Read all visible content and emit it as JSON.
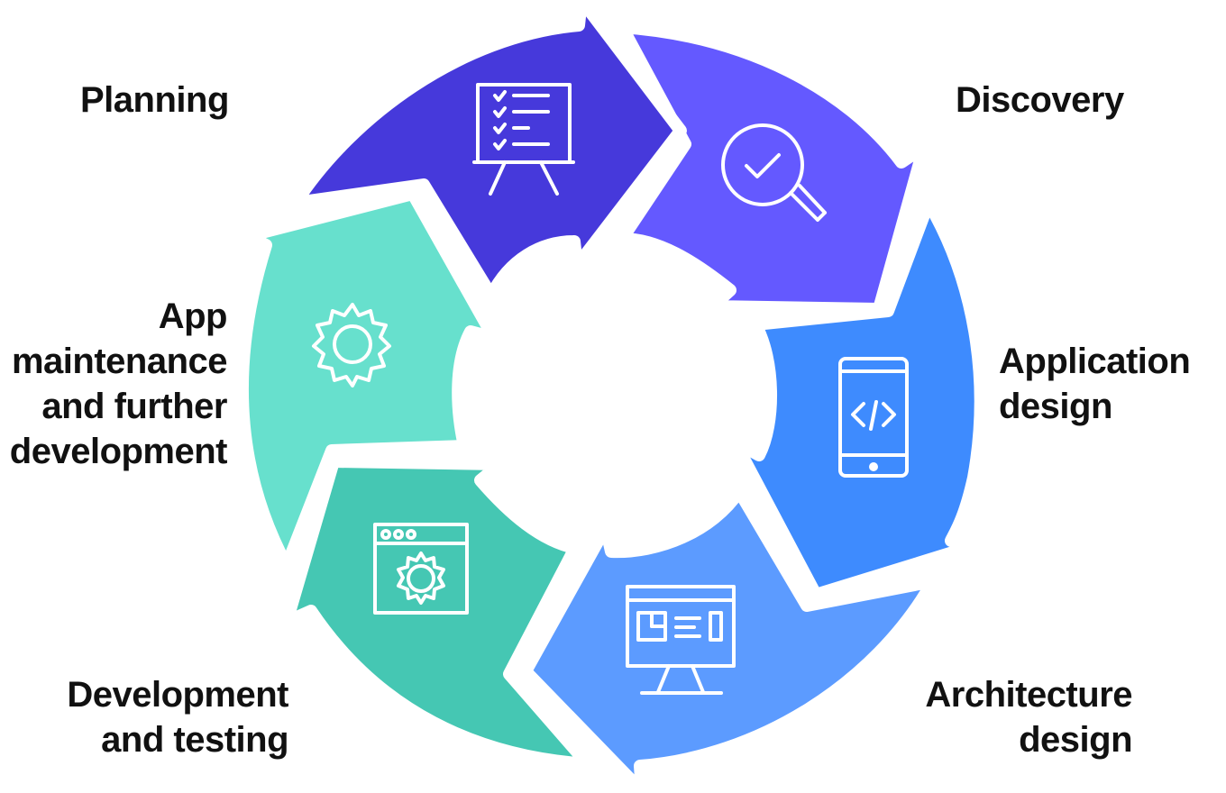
{
  "colors": {
    "discovery": "#6459FF",
    "application_design": "#3E8BFE",
    "architecture_design": "#5C9BFF",
    "development_testing": "#45C7B3",
    "maintenance": "#67E0CD",
    "planning": "#4639DB",
    "icon": "#FFFFFF",
    "text": "#111111",
    "background": "#FFFFFF"
  },
  "stages": [
    {
      "id": "planning",
      "lines": [
        "Planning"
      ],
      "icon": "presentation-board-checklist-icon"
    },
    {
      "id": "discovery",
      "lines": [
        "Discovery"
      ],
      "icon": "magnifier-check-icon"
    },
    {
      "id": "application_design",
      "lines": [
        "Application",
        "design"
      ],
      "icon": "smartphone-code-icon"
    },
    {
      "id": "architecture_design",
      "lines": [
        "Architecture",
        "design"
      ],
      "icon": "monitor-layout-icon"
    },
    {
      "id": "development_testing",
      "lines": [
        "Development",
        "and testing"
      ],
      "icon": "browser-gear-icon"
    },
    {
      "id": "maintenance",
      "lines": [
        "App",
        "maintenance",
        "and further",
        "development"
      ],
      "icon": "gear-icon"
    }
  ]
}
